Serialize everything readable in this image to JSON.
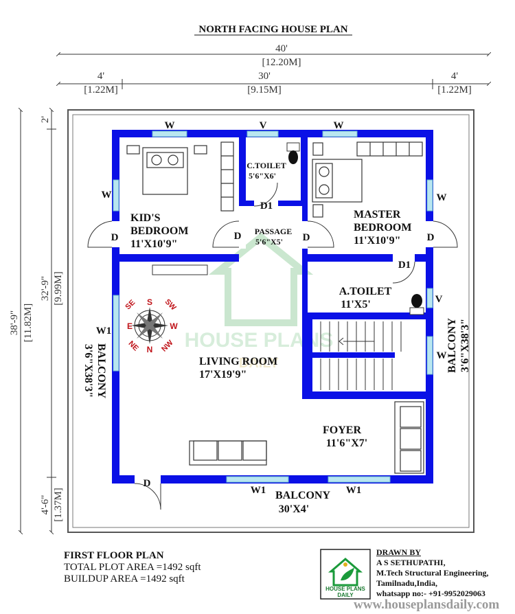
{
  "title": "NORTH FACING HOUSE PLAN",
  "dimensions": {
    "total_width_ft": "40'",
    "total_width_m": "[12.20M]",
    "left_margin_ft": "4'",
    "left_margin_m": "[1.22M]",
    "mid_width_ft": "30'",
    "mid_width_m": "[9.15M]",
    "right_margin_ft": "4'",
    "right_margin_m": "[1.22M]",
    "top_gap": "2'",
    "total_height": "38'-9\"",
    "total_height_m": "[11.82M]",
    "main_height": "32'-9\"",
    "main_height_m": "[9.99M]",
    "balcony_height": "4'-6\"",
    "balcony_height_m": "[1.37M]"
  },
  "rooms": {
    "kids_bedroom": {
      "name_line1": "KID'S",
      "name_line2": "BEDROOM",
      "size": "11'X10'9\""
    },
    "common_toilet": {
      "name": "C.TOILET",
      "size": "5'6\"X6'"
    },
    "passage": {
      "name": "PASSAGE",
      "size": "5'6\"X5'"
    },
    "master_bedroom": {
      "name_line1": "MASTER",
      "name_line2": "BEDROOM",
      "size": "11'X10'9\""
    },
    "attached_toilet": {
      "name": "A.TOILET",
      "size": "11'X5'"
    },
    "living_room": {
      "name": "LIVING ROOM",
      "size": "17'X19'9\""
    },
    "foyer": {
      "name": "FOYER",
      "size": "11'6\"X7'"
    },
    "balcony_bottom": {
      "name": "BALCONY",
      "size": "30'X4'"
    },
    "balcony_left": {
      "name": "BALCONY",
      "size": "3'6\"X38'3\""
    },
    "balcony_right": {
      "name": "BALCONY",
      "size": "3'6\"X38'3\""
    }
  },
  "openings": {
    "window": "W",
    "ventilator": "V",
    "door": "D",
    "door1": "D1",
    "window1": "W1"
  },
  "compass": {
    "n": "N",
    "s": "S",
    "e": "E",
    "w": "W",
    "ne": "NE",
    "nw": "NW",
    "se": "SE",
    "sw": "SW"
  },
  "watermark": {
    "line1": "HOUSE PLANS",
    "line2": "DAILY"
  },
  "floor_info": {
    "title": "FIRST FLOOR PLAN",
    "plot_area": "TOTAL PLOT AREA =1492 sqft",
    "buildup_area": "BUILDUP AREA =1492 sqft"
  },
  "logo": {
    "line1": "HOUSE PLANS",
    "line2": "DAILY"
  },
  "credits": {
    "heading": "DRAWN BY",
    "name": "A S SETHUPATHI,",
    "qualification": "M.Tech Structural Engineering,",
    "location": "Tamilnadu,India,",
    "contact": "whatsapp no:- +91-9952029063"
  },
  "website": "www.houseplansdaily.com",
  "colors": {
    "wall": "#0a10e6",
    "window": "#b9e6f0",
    "watermark": "#cfe8d4",
    "compass": "#c0141a"
  }
}
